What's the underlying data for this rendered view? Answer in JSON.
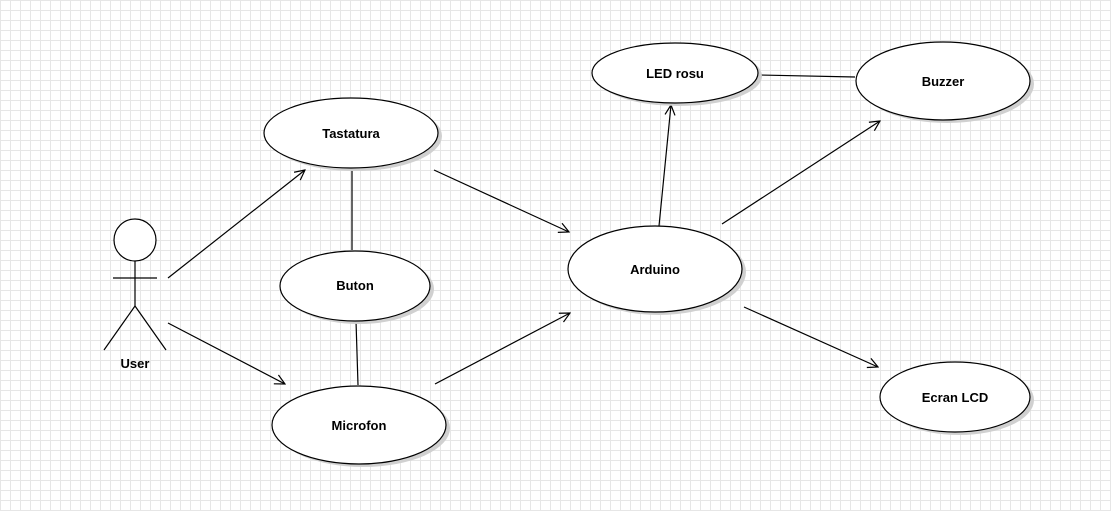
{
  "diagram": {
    "actor": {
      "label": "User"
    },
    "nodes": {
      "tastatura": "Tastatura",
      "buton": "Buton",
      "microfon": "Microfon",
      "arduino": "Arduino",
      "led_rosu": "LED rosu",
      "buzzer": "Buzzer",
      "ecran_lcd": "Ecran LCD"
    },
    "edges": [
      {
        "from": "User",
        "to": "Tastatura",
        "type": "arrow"
      },
      {
        "from": "User",
        "to": "Microfon",
        "type": "arrow"
      },
      {
        "from": "Tastatura",
        "to": "Buton",
        "type": "line"
      },
      {
        "from": "Buton",
        "to": "Microfon",
        "type": "line"
      },
      {
        "from": "Tastatura",
        "to": "Arduino",
        "type": "arrow"
      },
      {
        "from": "Microfon",
        "to": "Arduino",
        "type": "arrow"
      },
      {
        "from": "Arduino",
        "to": "LED rosu",
        "type": "arrow"
      },
      {
        "from": "Arduino",
        "to": "Buzzer",
        "type": "arrow"
      },
      {
        "from": "Arduino",
        "to": "Ecran LCD",
        "type": "arrow"
      },
      {
        "from": "LED rosu",
        "to": "Buzzer",
        "type": "line"
      }
    ]
  }
}
